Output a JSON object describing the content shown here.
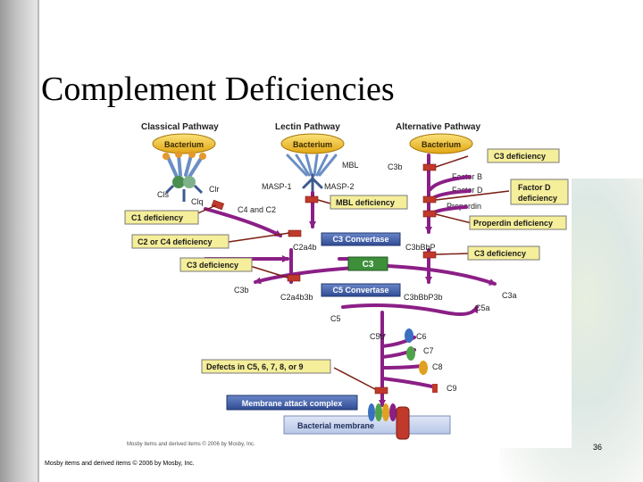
{
  "title": "Complement Deficiencies",
  "slide_number": "36",
  "credit": "Mosby items and derived items © 2006 by Mosby, Inc.",
  "figure": {
    "pathways": {
      "classical": "Classical Pathway",
      "lectin": "Lectin Pathway",
      "alternative": "Alternative Pathway"
    },
    "bacterium": "Bacterium",
    "labels": {
      "cls": "Cls",
      "clr": "Clr",
      "clq": "Clq",
      "mbl": "MBL",
      "masp1": "MASP-1",
      "masp2": "MASP-2",
      "c4c2": "C4 and C2",
      "c3b_alt": "C3b",
      "factor_b": "Factor B",
      "factor_d": "Factor D",
      "properdin": "Properdin",
      "c2a4b": "C2a4b",
      "c3bbbp": "C3bBbP",
      "c3": "C3",
      "c3b": "C3b",
      "c2a4b3b": "C2a4b3b",
      "c3bbbp3b": "C3bBbP3b",
      "c3a": "C3a",
      "c5": "C5",
      "c5a": "C5a",
      "c5b": "C5b",
      "c6": "C6",
      "c7": "C7",
      "c8": "C8",
      "c9": "C9"
    },
    "deficiency_boxes": {
      "c1": "C1 deficiency",
      "c2c4": "C2 or C4 deficiency",
      "c3_left": "C3 deficiency",
      "mbl": "MBL deficiency",
      "c3_top": "C3 deficiency",
      "factor_d_1": "Factor D",
      "factor_d_2": "deficiency",
      "properdin": "Properdin deficiency",
      "c3_right": "C3 deficiency",
      "c5_9": "Defects in C5, 6, 7, 8, or 9"
    },
    "enzyme_bars": {
      "c3_convertase": "C3 Convertase",
      "c5_convertase": "C5 Convertase",
      "mac": "Membrane attack complex",
      "membrane": "Bacterial membrane"
    },
    "copyright": "Mosby items and derived items © 2006 by Mosby, Inc."
  },
  "colors": {
    "arrow": "#8b1f86",
    "deficiency_box": "#f5ee9a",
    "bacterium": "#f1b91f",
    "bar_blue": "#3e5aa8",
    "bar_green": "#3e8f3a",
    "inhibitor": "#c0392b"
  }
}
